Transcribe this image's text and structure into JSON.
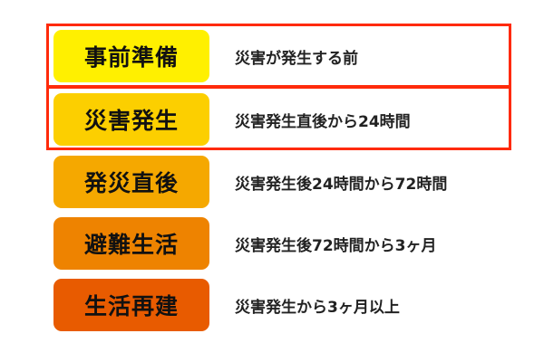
{
  "phases": [
    {
      "label": "事前準備",
      "description": "災害が発生する前",
      "color": "#FFF000"
    },
    {
      "label": "災害発生",
      "description": "災害発生直後から24時間",
      "color": "#FCCF00"
    },
    {
      "label": "発災直後",
      "description": "災害発生後24時間から72時間",
      "color": "#F5A800"
    },
    {
      "label": "避難生活",
      "description": "災害発生後72時間から3ヶ月",
      "color": "#EE8300"
    },
    {
      "label": "生活再建",
      "description": "災害発生から3ヶ月以上",
      "color": "#E85B00"
    }
  ],
  "highlight_color": "#FF2A0A"
}
